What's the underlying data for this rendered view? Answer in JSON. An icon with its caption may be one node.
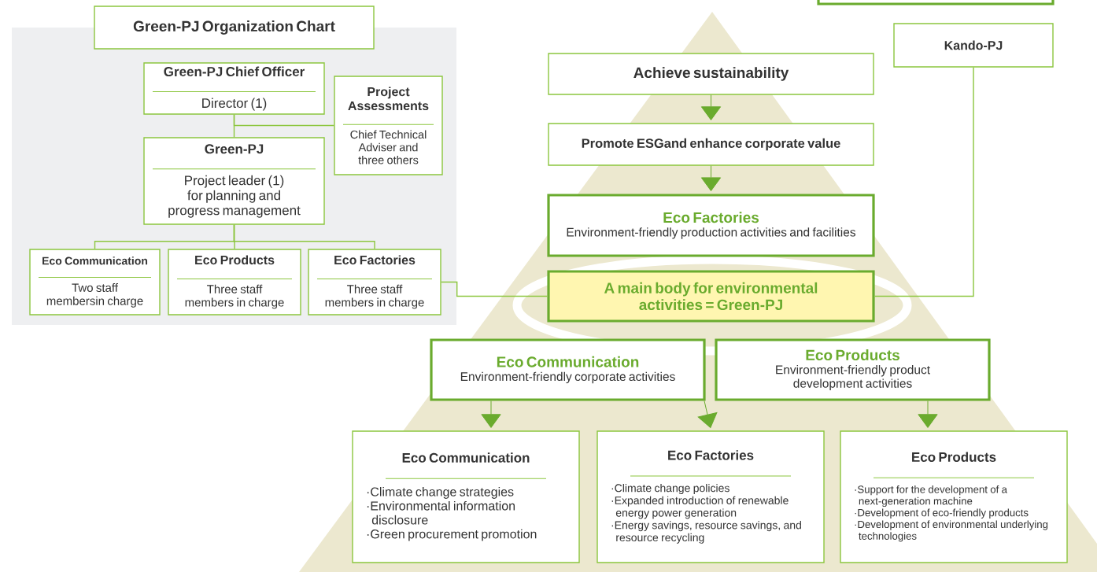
{
  "diagram": {
    "nodes": [
      {
        "text": [
          "Green-PJ Organization Chart"
        ]
      },
      {
        "text": [
          "Green-PJ Chief Officer",
          "Director (1)"
        ]
      },
      {
        "text": [
          "Project Assessments",
          "Chief Technical Adviser and three others"
        ]
      },
      {
        "text": [
          "Green-PJ",
          "Project leader (1) for planning and progress management"
        ]
      },
      {
        "text": [
          "Eco Communication",
          "Two staff membersin charge"
        ]
      },
      {
        "text": [
          "Eco Products",
          "Three staff members in charge"
        ]
      },
      {
        "text": [
          "Eco Factories",
          "Three staff members in charge"
        ]
      },
      {
        "text": [],
        "shape": "box"
      },
      {
        "text": [
          "Kando-PJ"
        ]
      },
      {
        "text": [
          "Achieve sustainability"
        ]
      },
      {
        "text": [
          "Promote ESGand enhance corporate value"
        ]
      },
      {
        "text": [
          "Eco Factories",
          "Environment-friendly production activities and facilities"
        ]
      },
      {
        "text": [
          "A main body for environmental activities = Green-PJ"
        ]
      },
      {
        "text": [
          "Eco Communication",
          "Environment-friendly corporate activities"
        ]
      },
      {
        "text": [
          "Eco Products",
          "Environment-friendly product development activities"
        ]
      },
      {
        "text": [
          "Eco Communication",
          "·Climate change strategies",
          "·Environmental information disclosure",
          "·Green procurement promotion"
        ]
      },
      {
        "text": [
          "Eco Factories",
          "·Climate change policies",
          "·Expanded introduction of renewable energy power generation",
          "·Energy savings, resource savings, and resource recycling"
        ]
      },
      {
        "text": [
          "Eco Products",
          "·Support for the development of a next-generation machine",
          "·Development of eco-friendly products",
          "·Development of environmental underlying technologies"
        ]
      }
    ],
    "edges": [
      {
        "from": 1,
        "to": 3,
        "arrow": "none"
      },
      {
        "from": 2,
        "to": 1,
        "arrow": "none"
      },
      {
        "from": 3,
        "to": 4,
        "arrow": "none"
      },
      {
        "from": 3,
        "to": 5,
        "arrow": "none"
      },
      {
        "from": 3,
        "to": 6,
        "arrow": "none"
      },
      {
        "from": 6,
        "to": 12,
        "arrow": "none"
      },
      {
        "from": 8,
        "to": 12,
        "arrow": "none"
      },
      {
        "from": 9,
        "to": 10,
        "arrow": "to"
      },
      {
        "from": 10,
        "to": 11,
        "arrow": "to"
      },
      {
        "from": 13,
        "to": 15,
        "arrow": "to"
      },
      {
        "from": 13,
        "to": 16,
        "arrow": "to"
      },
      {
        "from": 14,
        "to": 17,
        "arrow": "to"
      }
    ]
  }
}
